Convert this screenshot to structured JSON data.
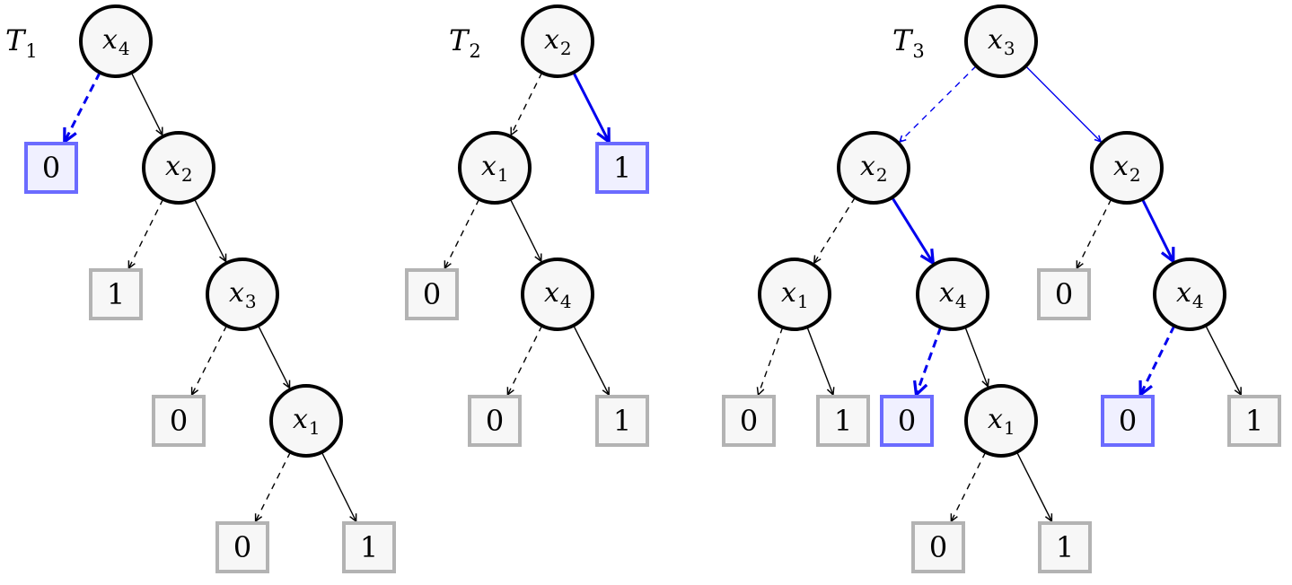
{
  "trees": [
    {
      "label": "T",
      "label_sub": "1",
      "nodes": [
        {
          "id": "a1",
          "var": "x",
          "sub": "4"
        },
        {
          "id": "a2",
          "var": "x",
          "sub": "2"
        },
        {
          "id": "a3",
          "var": "x",
          "sub": "3"
        },
        {
          "id": "a4",
          "var": "x",
          "sub": "1"
        }
      ],
      "leaves": [
        {
          "id": "a_l0",
          "value": "0",
          "highlight": true
        },
        {
          "id": "a_l1",
          "value": "1",
          "highlight": false
        },
        {
          "id": "a_l2",
          "value": "0",
          "highlight": false
        },
        {
          "id": "a_l3",
          "value": "0",
          "highlight": false
        },
        {
          "id": "a_l4",
          "value": "1",
          "highlight": false
        }
      ],
      "edges": [
        {
          "from": "a1",
          "to": "a_l0",
          "kind": "low",
          "highlight": true
        },
        {
          "from": "a1",
          "to": "a2",
          "kind": "high",
          "highlight": false
        },
        {
          "from": "a2",
          "to": "a_l1",
          "kind": "low",
          "highlight": false
        },
        {
          "from": "a2",
          "to": "a3",
          "kind": "high",
          "highlight": false
        },
        {
          "from": "a3",
          "to": "a_l2",
          "kind": "low",
          "highlight": false
        },
        {
          "from": "a3",
          "to": "a4",
          "kind": "high",
          "highlight": false
        },
        {
          "from": "a4",
          "to": "a_l3",
          "kind": "low",
          "highlight": false
        },
        {
          "from": "a4",
          "to": "a_l4",
          "kind": "high",
          "highlight": false
        }
      ]
    },
    {
      "label": "T",
      "label_sub": "2",
      "nodes": [
        {
          "id": "b1",
          "var": "x",
          "sub": "2"
        },
        {
          "id": "b2",
          "var": "x",
          "sub": "1"
        },
        {
          "id": "b3",
          "var": "x",
          "sub": "4"
        }
      ],
      "leaves": [
        {
          "id": "b_l0",
          "value": "1",
          "highlight": true
        },
        {
          "id": "b_l1",
          "value": "0",
          "highlight": false
        },
        {
          "id": "b_l2",
          "value": "0",
          "highlight": false
        },
        {
          "id": "b_l3",
          "value": "1",
          "highlight": false
        }
      ],
      "edges": [
        {
          "from": "b1",
          "to": "b2",
          "kind": "low",
          "highlight": false
        },
        {
          "from": "b1",
          "to": "b_l0",
          "kind": "high",
          "highlight": true
        },
        {
          "from": "b2",
          "to": "b_l1",
          "kind": "low",
          "highlight": false
        },
        {
          "from": "b2",
          "to": "b3",
          "kind": "high",
          "highlight": false
        },
        {
          "from": "b3",
          "to": "b_l2",
          "kind": "low",
          "highlight": false
        },
        {
          "from": "b3",
          "to": "b_l3",
          "kind": "high",
          "highlight": false
        }
      ]
    },
    {
      "label": "T",
      "label_sub": "3",
      "nodes": [
        {
          "id": "c1",
          "var": "x",
          "sub": "3"
        },
        {
          "id": "c2",
          "var": "x",
          "sub": "2"
        },
        {
          "id": "c3",
          "var": "x",
          "sub": "2"
        },
        {
          "id": "c4",
          "var": "x",
          "sub": "1"
        },
        {
          "id": "c5",
          "var": "x",
          "sub": "4"
        },
        {
          "id": "c6",
          "var": "x",
          "sub": "4"
        },
        {
          "id": "c7",
          "var": "x",
          "sub": "1"
        }
      ],
      "leaves": [
        {
          "id": "c_l0",
          "value": "0",
          "highlight": false
        },
        {
          "id": "c_l1",
          "value": "1",
          "highlight": false
        },
        {
          "id": "c_l2",
          "value": "0",
          "highlight": true
        },
        {
          "id": "c_l3",
          "value": "0",
          "highlight": false
        },
        {
          "id": "c_l4",
          "value": "0",
          "highlight": true
        },
        {
          "id": "c_l5",
          "value": "1",
          "highlight": false
        },
        {
          "id": "c_l6",
          "value": "0",
          "highlight": false
        },
        {
          "id": "c_l7",
          "value": "1",
          "highlight": false
        }
      ],
      "edges": [
        {
          "from": "c1",
          "to": "c2",
          "kind": "low",
          "highlight": true,
          "thin": true
        },
        {
          "from": "c1",
          "to": "c3",
          "kind": "high",
          "highlight": true,
          "thin": true
        },
        {
          "from": "c2",
          "to": "c4",
          "kind": "low",
          "highlight": false
        },
        {
          "from": "c2",
          "to": "c5",
          "kind": "high",
          "highlight": true
        },
        {
          "from": "c3",
          "to": "c_l3",
          "kind": "low",
          "highlight": false
        },
        {
          "from": "c3",
          "to": "c6",
          "kind": "high",
          "highlight": true
        },
        {
          "from": "c4",
          "to": "c_l0",
          "kind": "low",
          "highlight": false
        },
        {
          "from": "c4",
          "to": "c_l1",
          "kind": "high",
          "highlight": false
        },
        {
          "from": "c5",
          "to": "c_l2",
          "kind": "low",
          "highlight": true
        },
        {
          "from": "c5",
          "to": "c7",
          "kind": "high",
          "highlight": false
        },
        {
          "from": "c6",
          "to": "c_l4",
          "kind": "low",
          "highlight": true
        },
        {
          "from": "c6",
          "to": "c_l5",
          "kind": "high",
          "highlight": false
        },
        {
          "from": "c7",
          "to": "c_l6",
          "kind": "low",
          "highlight": false
        },
        {
          "from": "c7",
          "to": "c_l7",
          "kind": "high",
          "highlight": false
        }
      ]
    }
  ],
  "colors": {
    "highlight_edge": "#0000ee",
    "highlight_leaf_stroke": "#6b6bff",
    "highlight_leaf_fill": "#f0f0ff",
    "leaf_stroke": "#b3b3b3",
    "node_fill": "#f7f7f7"
  }
}
